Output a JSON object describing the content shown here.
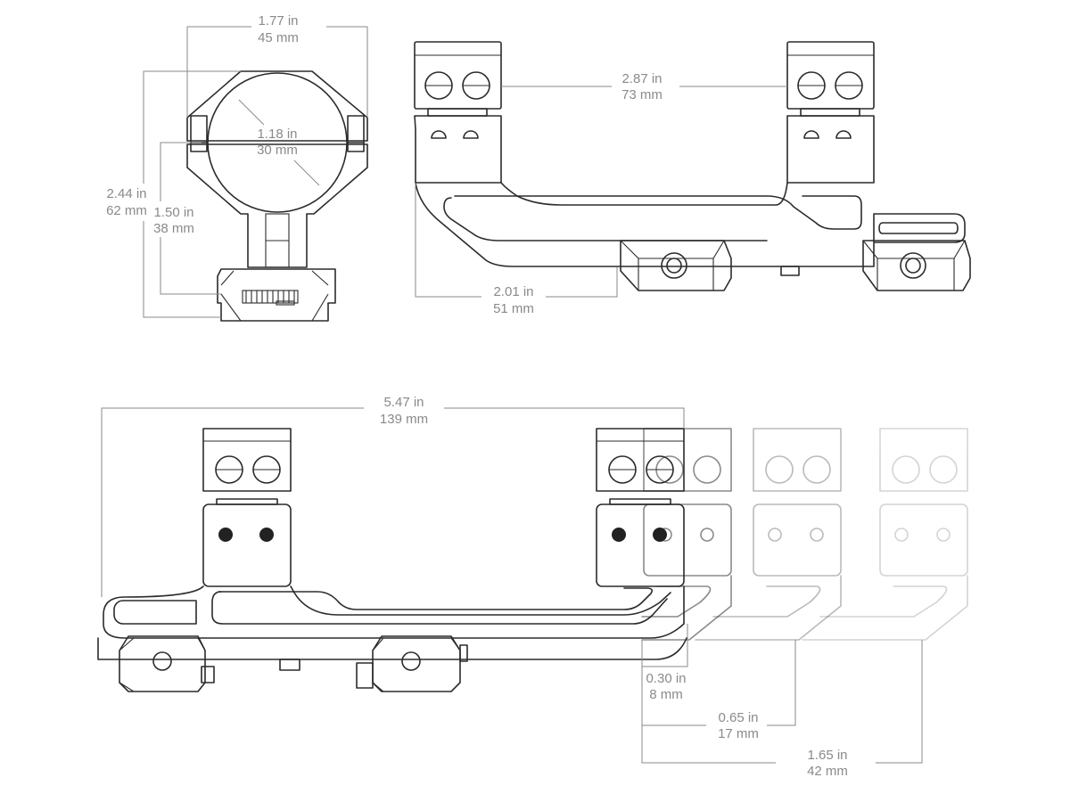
{
  "dimensions": {
    "ring_width": {
      "in": "1.77 in",
      "mm": "45 mm"
    },
    "ring_bore": {
      "in": "1.18 in",
      "mm": "30 mm"
    },
    "total_height": {
      "in": "2.44 in",
      "mm": "62 mm"
    },
    "center_height": {
      "in": "1.50 in",
      "mm": "38 mm"
    },
    "ring_spacing": {
      "in": "2.87 in",
      "mm": "73 mm"
    },
    "base_length": {
      "in": "2.01 in",
      "mm": "51 mm"
    },
    "overall_length": {
      "in": "5.47 in",
      "mm": "139 mm"
    },
    "offset_1": {
      "in": "0.30 in",
      "mm": "8 mm"
    },
    "offset_2": {
      "in": "0.65 in",
      "mm": "17 mm"
    },
    "offset_3": {
      "in": "1.65 in",
      "mm": "42 mm"
    }
  }
}
